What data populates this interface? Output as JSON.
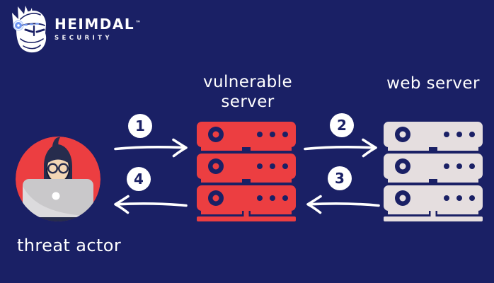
{
  "colors": {
    "background": "#1a2065",
    "accent_red": "#ec3e41",
    "server_gray": "#e5dedf",
    "arrow_white": "#ffffff",
    "logo_blue": "#6f96f2"
  },
  "logo": {
    "brand": "HEIMDAL",
    "trademark": "™",
    "subtitle": "SECURITY",
    "icon": "viking-mascot-icon"
  },
  "diagram": {
    "nodes": [
      {
        "id": "threat-actor",
        "label": "threat actor",
        "icon": "hooded-hacker-laptop-icon",
        "color": "#ec3e41"
      },
      {
        "id": "vulnerable-server",
        "label": "vulnerable server",
        "icon": "server-rack-icon",
        "color": "#ec3e41"
      },
      {
        "id": "web-server",
        "label": "web server",
        "icon": "server-rack-icon",
        "color": "#e5dedf"
      }
    ],
    "steps": [
      {
        "number": "1",
        "from": "threat actor",
        "to": "vulnerable server",
        "arrow": "right"
      },
      {
        "number": "2",
        "from": "vulnerable server",
        "to": "web server",
        "arrow": "right"
      },
      {
        "number": "3",
        "from": "web server",
        "to": "vulnerable server",
        "arrow": "left"
      },
      {
        "number": "4",
        "from": "vulnerable server",
        "to": "threat actor",
        "arrow": "left"
      }
    ]
  }
}
